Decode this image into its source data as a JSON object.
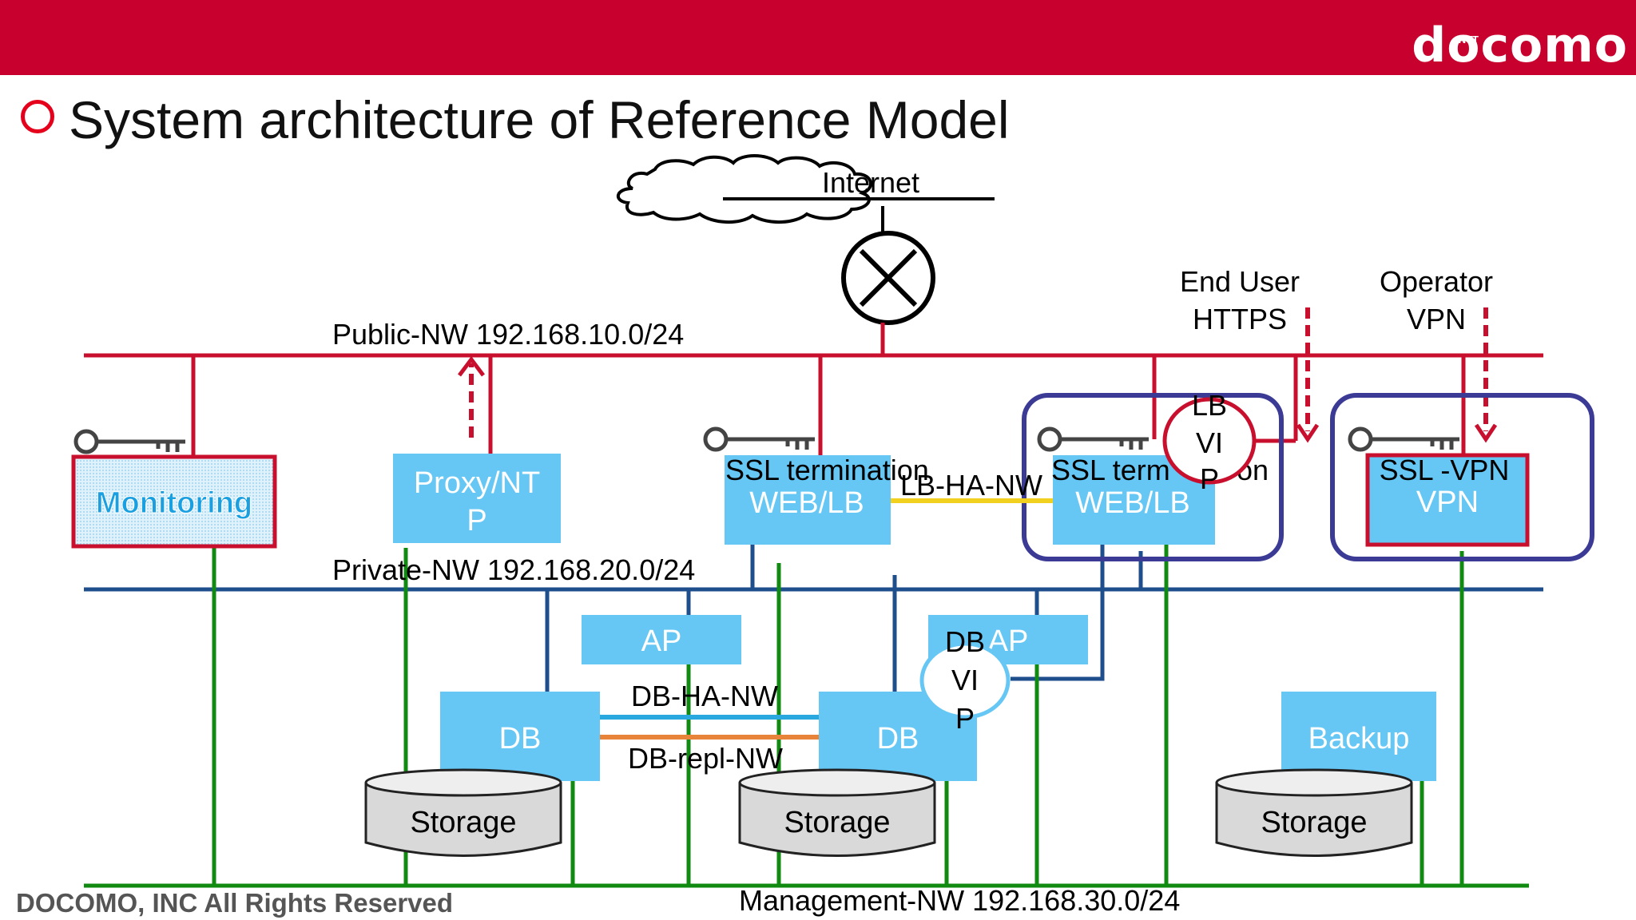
{
  "header": {
    "logo_text": "docomo",
    "logo_sup": "NTT",
    "brand_color": "#c8002d"
  },
  "title": "System architecture of Reference Model",
  "footer": "DOCOMO, INC All Rights Reserved",
  "diagram": {
    "internet": "Internet",
    "networks": {
      "public": "Public-NW 192.168.10.0/24",
      "private": "Private-NW 192.168.20.0/24",
      "management": "Management-NW 192.168.30.0/24",
      "lb_ha": "LB-HA-NW",
      "db_ha": "DB-HA-NW",
      "db_repl": "DB-repl-NW"
    },
    "access": {
      "end_user_line1": "End User",
      "end_user_line2": "HTTPS",
      "operator_line1": "Operator",
      "operator_line2": "VPN"
    },
    "nodes": {
      "monitoring": "Monitoring",
      "proxy_line1": "Proxy/NT",
      "proxy_line2": "P",
      "ssl1_line1": "SSL termination",
      "ssl1_line2": "WEB/LB",
      "ssl2_line1": "SSL term",
      "ssl2_line1b": "on",
      "ssl2_line2": "WEB/LB",
      "vpn_line1": "SSL -VPN",
      "vpn_line2": "VPN",
      "ap1": "AP",
      "ap2": "AP",
      "db1": "DB",
      "db2": "DB",
      "backup": "Backup",
      "storage1": "Storage",
      "storage2": "Storage",
      "storage3": "Storage"
    },
    "vips": {
      "lb_vip_line1": "LB",
      "lb_vip_line2": "VI",
      "lb_vip_line3": "P",
      "db_vip_line1": "DB",
      "db_vip_line2": "VI",
      "db_vip_line3": "P"
    },
    "colors": {
      "public": "#c8102e",
      "private": "#1f4e8c",
      "management": "#108a10",
      "node_fill": "#66c7f5",
      "lb_ha": "#f2d020",
      "db_ha": "#29a8e0",
      "db_repl": "#e8833a",
      "group_border": "#3b3b96"
    }
  }
}
